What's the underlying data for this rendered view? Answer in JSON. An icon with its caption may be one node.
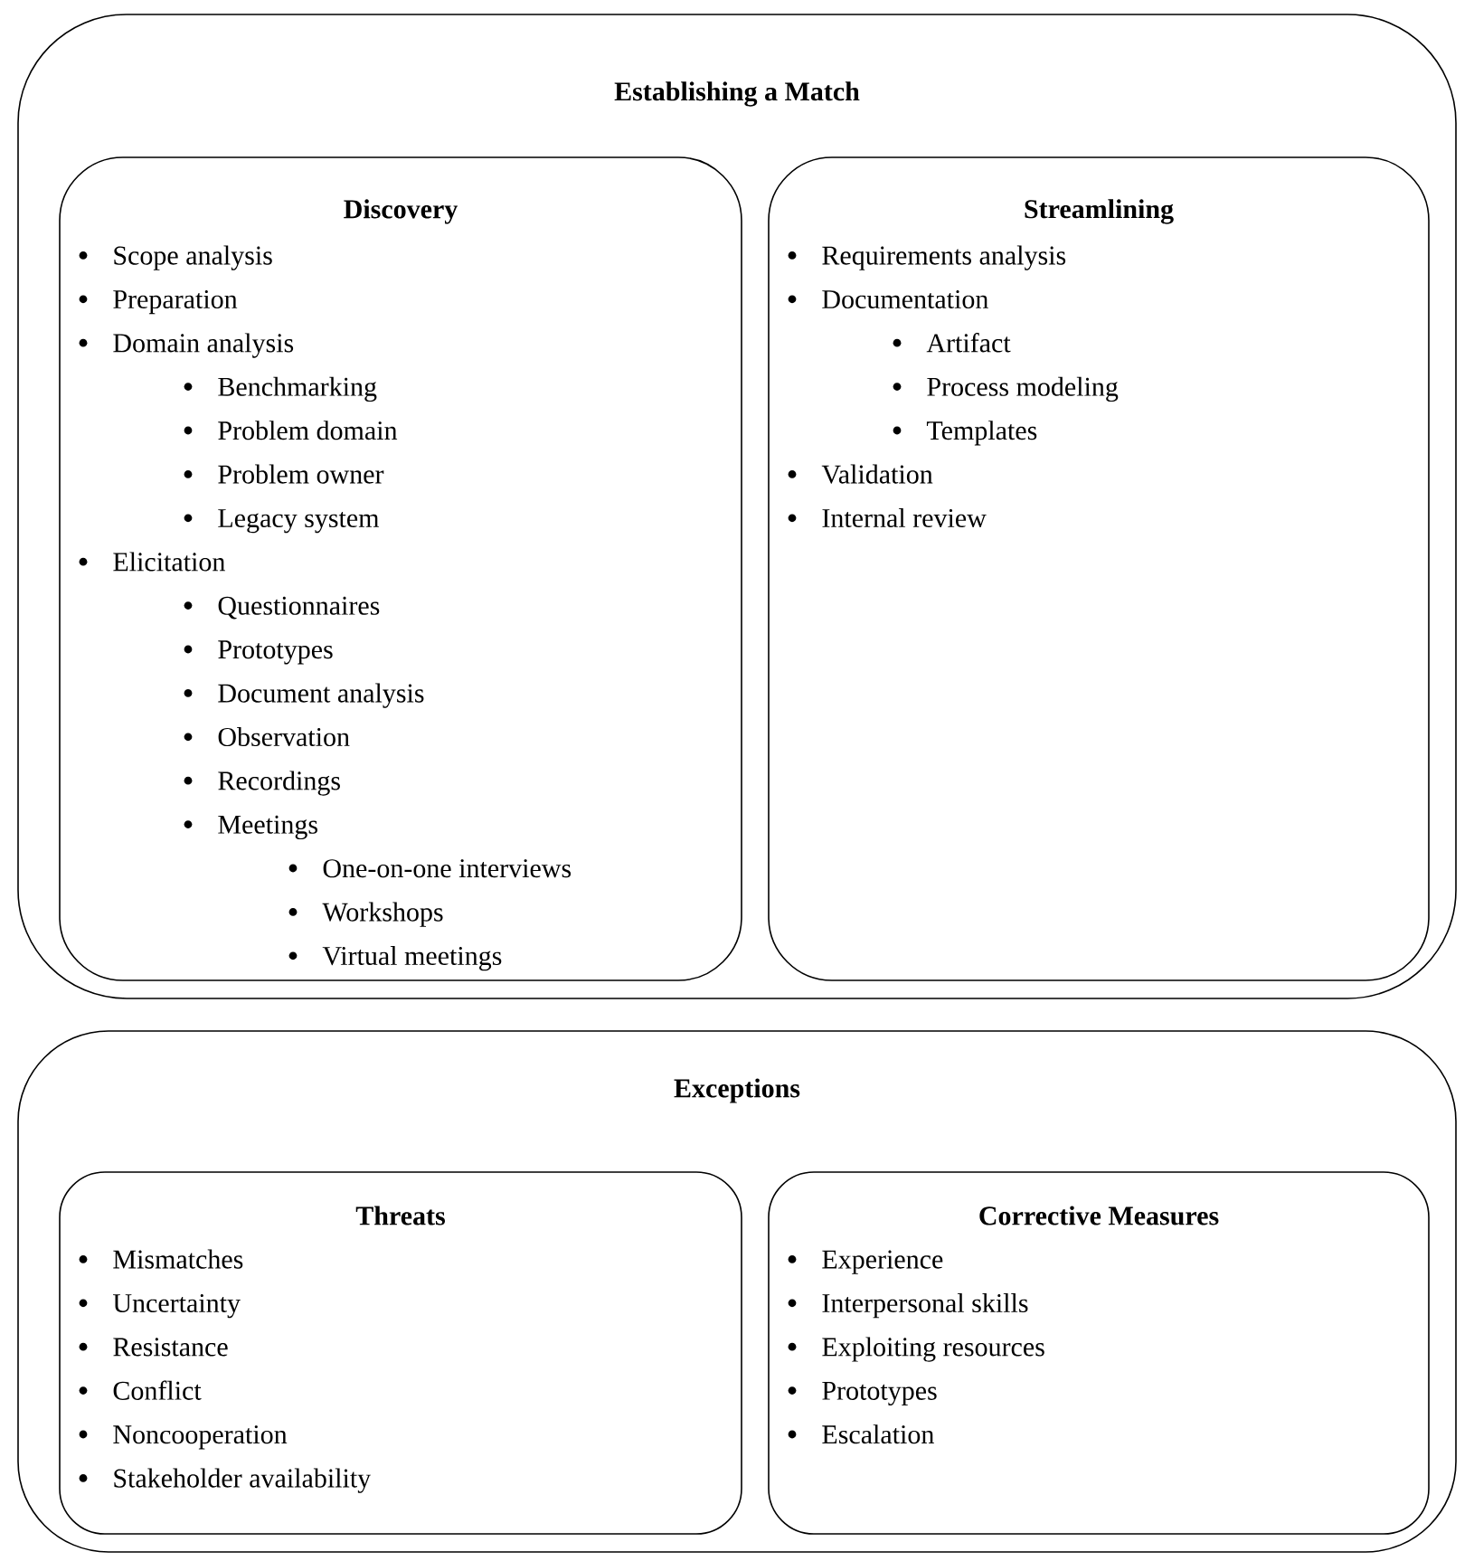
{
  "diagram": {
    "nodes": [
      {
        "text": [
          "Establishing a Match"
        ]
      },
      {
        "text": [
          "Discovery",
          "Scope analysis",
          "Preparation",
          "Domain analysis",
          "Benchmarking",
          "Problem domain",
          "Problem owner",
          "Legacy system",
          "Elicitation",
          "Questionnaires",
          "Prototypes",
          "Document analysis",
          "Observation",
          "Recordings",
          "Meetings",
          "One-on-one interviews",
          "Workshops",
          "Virtual meetings"
        ],
        "in": 0
      },
      {
        "text": [
          "Streamlining",
          "Requirements analysis",
          "Documentation",
          "Artifact",
          "Process modeling",
          "Templates",
          "Validation",
          "Internal review"
        ],
        "in": 0
      },
      {
        "text": [
          "Exceptions"
        ]
      },
      {
        "text": [
          "Threats",
          "Mismatches",
          "Uncertainty",
          "Resistance",
          "Conflict",
          "Noncooperation",
          "Stakeholder availability"
        ],
        "in": 3
      },
      {
        "text": [
          "Corrective Measures",
          "Experience",
          "Interpersonal skills",
          "Exploiting resources",
          "Prototypes",
          "Escalation"
        ],
        "in": 3
      }
    ]
  }
}
